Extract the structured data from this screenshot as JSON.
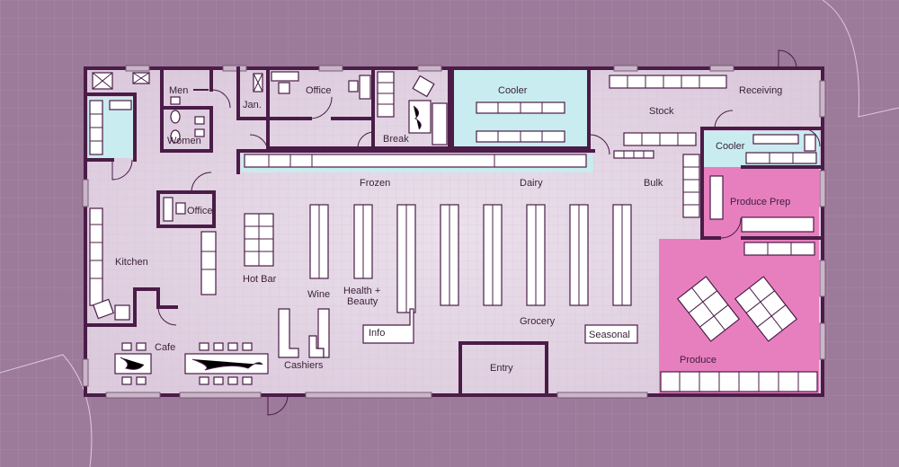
{
  "rooms": {
    "men": "Men",
    "women": "Women",
    "jan": "Jan.",
    "office_top": "Office",
    "break": "Break",
    "cooler_top": "Cooler",
    "receiving": "Receiving",
    "stock": "Stock",
    "cooler_right": "Cooler",
    "produce_prep": "Produce Prep",
    "frozen": "Frozen",
    "dairy": "Dairy",
    "bulk": "Bulk",
    "office_mid": "Office",
    "kitchen": "Kitchen",
    "hot_bar": "Hot Bar",
    "wine": "Wine",
    "health_line1": "Health +",
    "health_line2": "Beauty",
    "info": "Info",
    "grocery": "Grocery",
    "seasonal": "Seasonal",
    "cafe": "Cafe",
    "cashiers": "Cashiers",
    "entry": "Entry",
    "produce": "Produce"
  },
  "colors": {
    "background": "#9c7a9a",
    "floor": "#e3d4e4",
    "wall": "#4a1c47",
    "cooler": "#c8ecef",
    "produce": "#e77fbf"
  }
}
